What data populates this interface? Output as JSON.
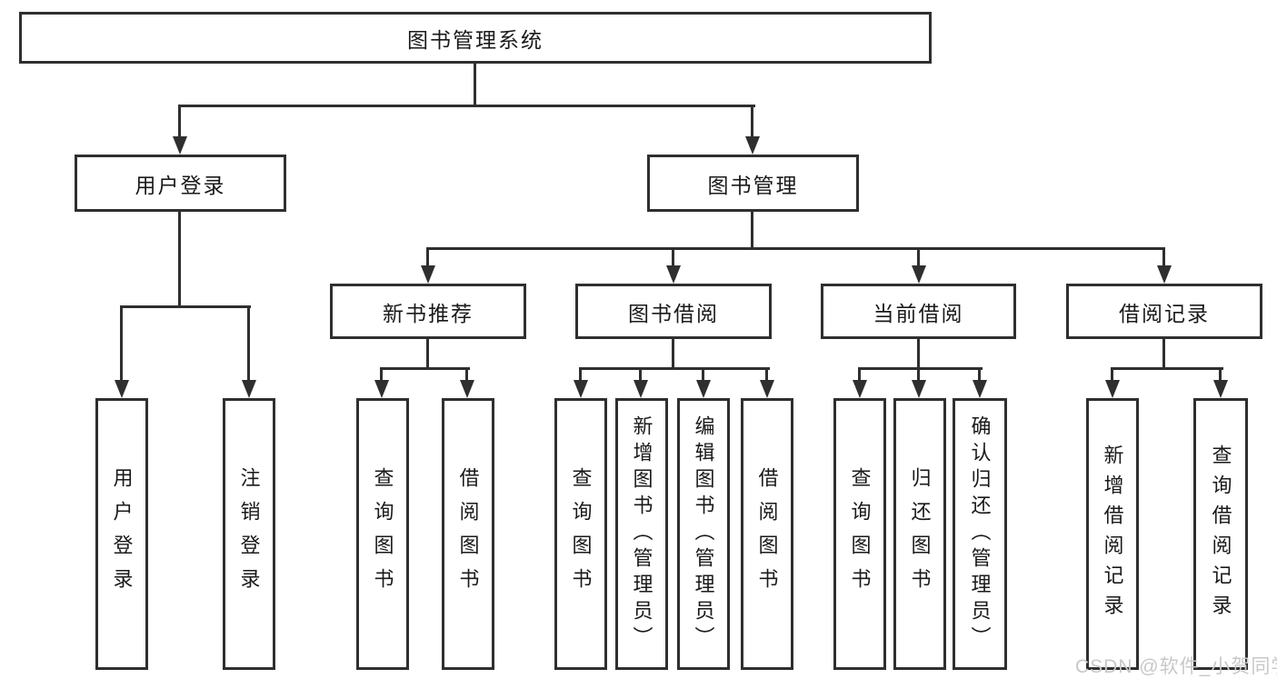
{
  "diagram": {
    "title": "图书管理系统",
    "root": {
      "label": "图书管理系统"
    },
    "level2": [
      {
        "label": "用户登录"
      },
      {
        "label": "图书管理"
      }
    ],
    "level3": [
      {
        "label": "新书推荐",
        "parent": "图书管理"
      },
      {
        "label": "图书借阅",
        "parent": "图书管理"
      },
      {
        "label": "当前借阅",
        "parent": "图书管理"
      },
      {
        "label": "借阅记录",
        "parent": "图书管理"
      }
    ],
    "leaves": [
      {
        "label": "用户登录",
        "parent": "用户登录"
      },
      {
        "label": "注销登录",
        "parent": "用户登录"
      },
      {
        "label": "查询图书",
        "parent": "新书推荐"
      },
      {
        "label": "借阅图书",
        "parent": "新书推荐"
      },
      {
        "label": "查询图书",
        "parent": "图书借阅"
      },
      {
        "label": "新增图书（管理员）",
        "parent": "图书借阅"
      },
      {
        "label": "编辑图书（管理员）",
        "parent": "图书借阅"
      },
      {
        "label": "借阅图书",
        "parent": "图书借阅"
      },
      {
        "label": "查询图书",
        "parent": "当前借阅"
      },
      {
        "label": "归还图书",
        "parent": "当前借阅"
      },
      {
        "label": "确认归还（管理员）",
        "parent": "当前借阅"
      },
      {
        "label": "新增借阅记录",
        "parent": "借阅记录"
      },
      {
        "label": "查询借阅记录",
        "parent": "借阅记录"
      }
    ]
  },
  "watermark": {
    "text": "CSDN @软件_小贺同学"
  },
  "colors": {
    "line": "#2f2f2f",
    "text": "#1a1a1a",
    "box_fill": "#ffffff",
    "watermark": "#c8c8c8",
    "background": "#ffffff"
  }
}
